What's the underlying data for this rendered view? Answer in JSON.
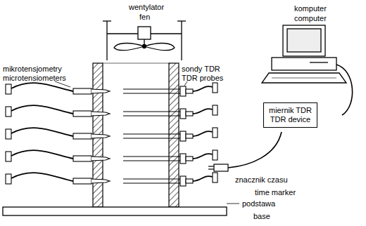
{
  "diagram": {
    "nodes": [
      {
        "text": [
          "miernik TDR",
          "TDR device"
        ]
      }
    ],
    "labels": [
      "komputer",
      "computer",
      "wentylator",
      "fen",
      "mikrotensjometry",
      "microtensiometers",
      "sondy TDR",
      "TDR probes",
      "znacznik czasu",
      "time marker",
      "podstawa",
      "base"
    ]
  }
}
